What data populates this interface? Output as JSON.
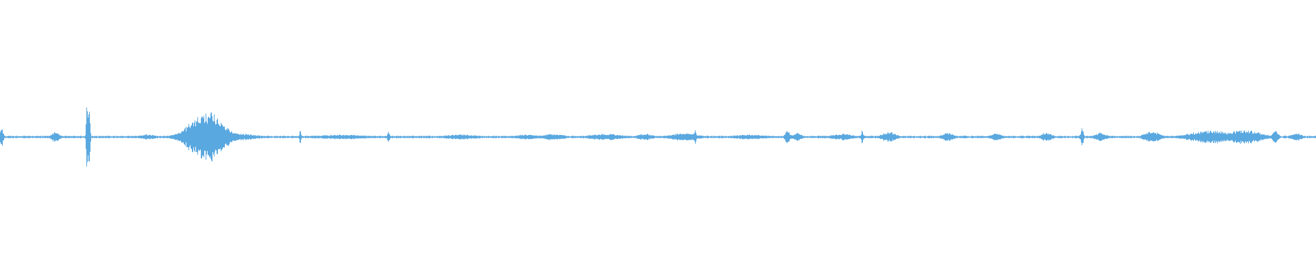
{
  "waveform": {
    "color": "#5aa8e0",
    "background": "#ffffff",
    "baseline_amplitude": 0.004,
    "noise_floor": 0.006,
    "bursts": [
      {
        "at": 0.001,
        "spread": 0.0012,
        "peak": 0.08
      },
      {
        "at": 0.042,
        "spread": 0.003,
        "peak": 0.04
      },
      {
        "at": 0.066,
        "spread": 0.0006,
        "peak": 0.32
      },
      {
        "at": 0.0675,
        "spread": 0.0006,
        "peak": 0.3
      },
      {
        "at": 0.112,
        "spread": 0.006,
        "peak": 0.02
      },
      {
        "at": 0.14,
        "spread": 0.008,
        "peak": 0.035
      },
      {
        "at": 0.157,
        "spread": 0.012,
        "peak": 0.19
      },
      {
        "at": 0.161,
        "spread": 0.003,
        "peak": 0.2
      },
      {
        "at": 0.185,
        "spread": 0.01,
        "peak": 0.025
      },
      {
        "at": 0.228,
        "spread": 0.0006,
        "peak": 0.06
      },
      {
        "at": 0.26,
        "spread": 0.02,
        "peak": 0.018
      },
      {
        "at": 0.295,
        "spread": 0.0008,
        "peak": 0.045
      },
      {
        "at": 0.35,
        "spread": 0.012,
        "peak": 0.02
      },
      {
        "at": 0.4,
        "spread": 0.008,
        "peak": 0.02
      },
      {
        "at": 0.42,
        "spread": 0.008,
        "peak": 0.025
      },
      {
        "at": 0.46,
        "spread": 0.012,
        "peak": 0.025
      },
      {
        "at": 0.49,
        "spread": 0.006,
        "peak": 0.025
      },
      {
        "at": 0.52,
        "spread": 0.01,
        "peak": 0.03
      },
      {
        "at": 0.528,
        "spread": 0.0008,
        "peak": 0.055
      },
      {
        "at": 0.57,
        "spread": 0.012,
        "peak": 0.02
      },
      {
        "at": 0.598,
        "spread": 0.0015,
        "peak": 0.065
      },
      {
        "at": 0.605,
        "spread": 0.004,
        "peak": 0.03
      },
      {
        "at": 0.64,
        "spread": 0.008,
        "peak": 0.025
      },
      {
        "at": 0.655,
        "spread": 0.0008,
        "peak": 0.055
      },
      {
        "at": 0.675,
        "spread": 0.005,
        "peak": 0.04
      },
      {
        "at": 0.72,
        "spread": 0.004,
        "peak": 0.035
      },
      {
        "at": 0.757,
        "spread": 0.004,
        "peak": 0.03
      },
      {
        "at": 0.795,
        "spread": 0.004,
        "peak": 0.035
      },
      {
        "at": 0.822,
        "spread": 0.001,
        "peak": 0.07
      },
      {
        "at": 0.836,
        "spread": 0.004,
        "peak": 0.035
      },
      {
        "at": 0.875,
        "spread": 0.006,
        "peak": 0.04
      },
      {
        "at": 0.906,
        "spread": 0.004,
        "peak": 0.02
      },
      {
        "at": 0.92,
        "spread": 0.015,
        "peak": 0.05
      },
      {
        "at": 0.945,
        "spread": 0.012,
        "peak": 0.055
      },
      {
        "at": 0.969,
        "spread": 0.002,
        "peak": 0.05
      },
      {
        "at": 0.985,
        "spread": 0.004,
        "peak": 0.03
      }
    ]
  }
}
